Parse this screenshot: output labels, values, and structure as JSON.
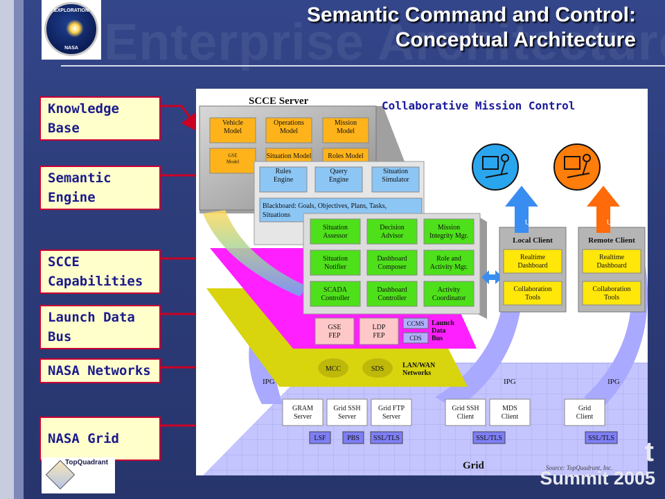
{
  "slide": {
    "title_line1": "Semantic Command and Control:",
    "title_line2": "Conceptual Architecture",
    "watermark": "Enterprise Architecture",
    "logo": {
      "top": "EXPLORATION",
      "bottom": "NASA"
    },
    "footer_logo_text": "TopQuadrant",
    "footer_event": "Summit 2005",
    "footer_event_fragment": "t"
  },
  "labels": [
    {
      "text": "Knowledge Base"
    },
    {
      "text": "Semantic Engine"
    },
    {
      "text": "SCCE Capabilities"
    },
    {
      "text": "Launch Data Bus"
    },
    {
      "text": "NASA Networks"
    },
    {
      "text": "NASA Grid"
    }
  ],
  "diagram": {
    "heading": "Collaborative Mission Control",
    "server_title": "SCCE Server",
    "knowledge": {
      "models": [
        "Vehicle\nModel",
        "Operations\nModel",
        "Mission\nModel"
      ],
      "gse": "GSE\nModel",
      "situation_model": "Situation Model",
      "roles_model": "Roles Model"
    },
    "engine": {
      "boxes": [
        "Rules\nEngine",
        "Query\nEngine",
        "Situation\nSimulator"
      ],
      "blackboard": "Blackboard: Goals, Objectives, Plans, Tasks,\nSituations"
    },
    "capabilities": [
      "Situation\nAssessor",
      "Decision\nAdvisor",
      "Mission\nIntegrity Mgr.",
      "Situation\nNotifier",
      "Dashboard\nComposer",
      "Role and\nActivity Mgr.",
      "SCADA\nController",
      "Dashboard\nController",
      "Activity\nCoordinator"
    ],
    "launch_bus": {
      "boxes": [
        "GSE\nFEP",
        "LDP\nFEP"
      ],
      "ccms": "CCMS",
      "cds": "CDS",
      "label": "Launch\nData\nBus"
    },
    "networks": {
      "mcc": "MCC",
      "sds": "SDS",
      "label": "LAN/WAN\nNetworks"
    },
    "local_client": {
      "title": "Local Client",
      "ui": "UI",
      "boxes": [
        "Realtime\nDashboard",
        "Collaboration\nTools"
      ]
    },
    "remote_client": {
      "title": "Remote Client",
      "ui": "UI",
      "boxes": [
        "Realtime\nDashboard",
        "Collaboration\nTools"
      ]
    },
    "grid": {
      "label": "Grid",
      "ipg": [
        "IPG",
        "IPG",
        "IPG"
      ],
      "servers": [
        "GRAM\nServer",
        "Grid SSH\nServer",
        "Grid FTP\nServer",
        "Grid SSH\nClient",
        "MDS\nClient",
        "Grid\nClient"
      ],
      "protocols": [
        "LSF",
        "PBS",
        "SSL/TLS",
        "SSL/TLS",
        "SSL/TLS"
      ]
    },
    "source": "Source: TopQuadrant, Inc."
  },
  "colors": {
    "label_bg": "#ffffcc",
    "label_border": "#cc0033",
    "label_text": "#1a1a8c",
    "arrow": "#cc0022",
    "orange_box": "#ffb31a",
    "blue_box": "#8cc6f5",
    "green_box": "#4ee01a",
    "magenta_bus": "#ff20ff",
    "yellow_net": "#d9d40f",
    "grid_lavender": "#b8b8ff"
  }
}
